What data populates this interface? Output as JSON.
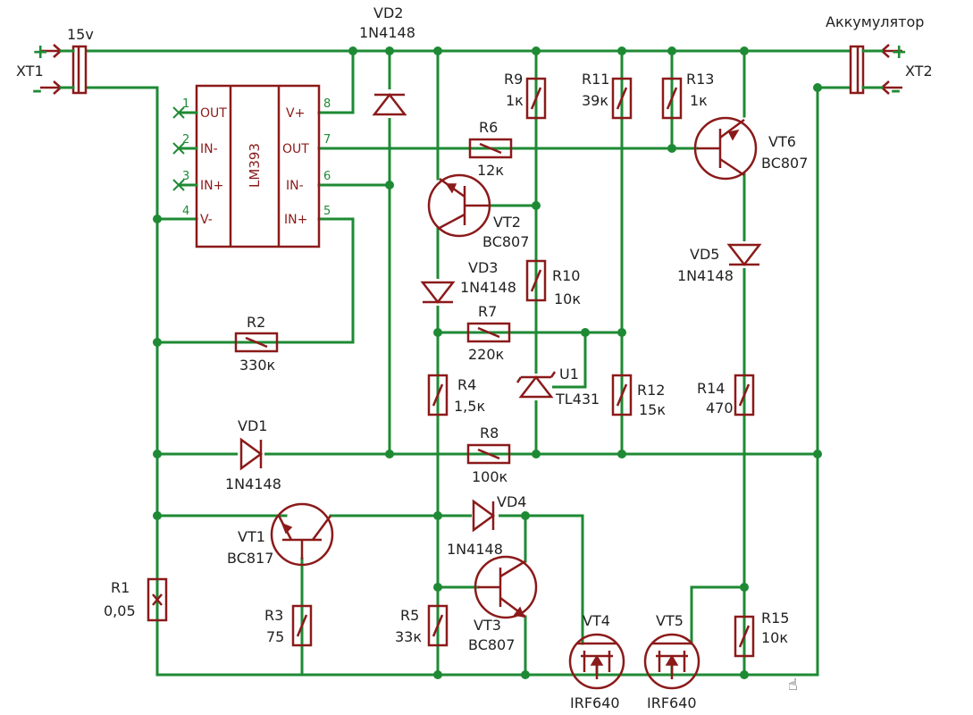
{
  "connectors": {
    "xt1": {
      "ref": "XT1",
      "label": "15v",
      "plus": "+",
      "minus": "–"
    },
    "xt2": {
      "ref": "XT2",
      "label": "Аккумулятор",
      "plus": "+",
      "minus": "–"
    }
  },
  "ic": {
    "name": "LM393",
    "pins": {
      "p1": {
        "num": "1",
        "name": "OUT"
      },
      "p2": {
        "num": "2",
        "name": "IN-"
      },
      "p3": {
        "num": "3",
        "name": "IN+"
      },
      "p4": {
        "num": "4",
        "name": "V-"
      },
      "p8": {
        "num": "8",
        "name": "V+"
      },
      "p7": {
        "num": "7",
        "name": "OUT"
      },
      "p6": {
        "num": "6",
        "name": "IN-"
      },
      "p5": {
        "num": "5",
        "name": "IN+"
      }
    }
  },
  "components": {
    "vd1": {
      "ref": "VD1",
      "value": "1N4148"
    },
    "vd2": {
      "ref": "VD2",
      "value": "1N4148"
    },
    "vd3": {
      "ref": "VD3",
      "value": "1N4148"
    },
    "vd4": {
      "ref": "VD4",
      "value": "1N4148"
    },
    "vd5": {
      "ref": "VD5",
      "value": "1N4148"
    },
    "r1": {
      "ref": "R1",
      "value": "0,05"
    },
    "r2": {
      "ref": "R2",
      "value": "330к"
    },
    "r3": {
      "ref": "R3",
      "value": "75"
    },
    "r4": {
      "ref": "R4",
      "value": "1,5к"
    },
    "r5": {
      "ref": "R5",
      "value": "33к"
    },
    "r6": {
      "ref": "R6",
      "value": "12к"
    },
    "r7": {
      "ref": "R7",
      "value": "220к"
    },
    "r8": {
      "ref": "R8",
      "value": "100к"
    },
    "r9": {
      "ref": "R9",
      "value": "1к"
    },
    "r10": {
      "ref": "R10",
      "value": "10к"
    },
    "r11": {
      "ref": "R11",
      "value": "39к"
    },
    "r12": {
      "ref": "R12",
      "value": "15к"
    },
    "r13": {
      "ref": "R13",
      "value": "1к"
    },
    "r14": {
      "ref": "R14",
      "value": "470"
    },
    "r15": {
      "ref": "R15",
      "value": "10к"
    },
    "vt1": {
      "ref": "VT1",
      "value": "BC817"
    },
    "vt2": {
      "ref": "VT2",
      "value": "BC807"
    },
    "vt3": {
      "ref": "VT3",
      "value": "BC807"
    },
    "vt4": {
      "ref": "VT4",
      "value": "IRF640"
    },
    "vt5": {
      "ref": "VT5",
      "value": "IRF640"
    },
    "vt6": {
      "ref": "VT6",
      "value": "BC807"
    },
    "u1": {
      "ref": "U1",
      "value": "TL431"
    }
  },
  "colors": {
    "wire": "#1e8a34",
    "component": "#8b1a1a",
    "text": "#222222"
  },
  "icons": {
    "cursor": "hand-pointer-icon"
  }
}
